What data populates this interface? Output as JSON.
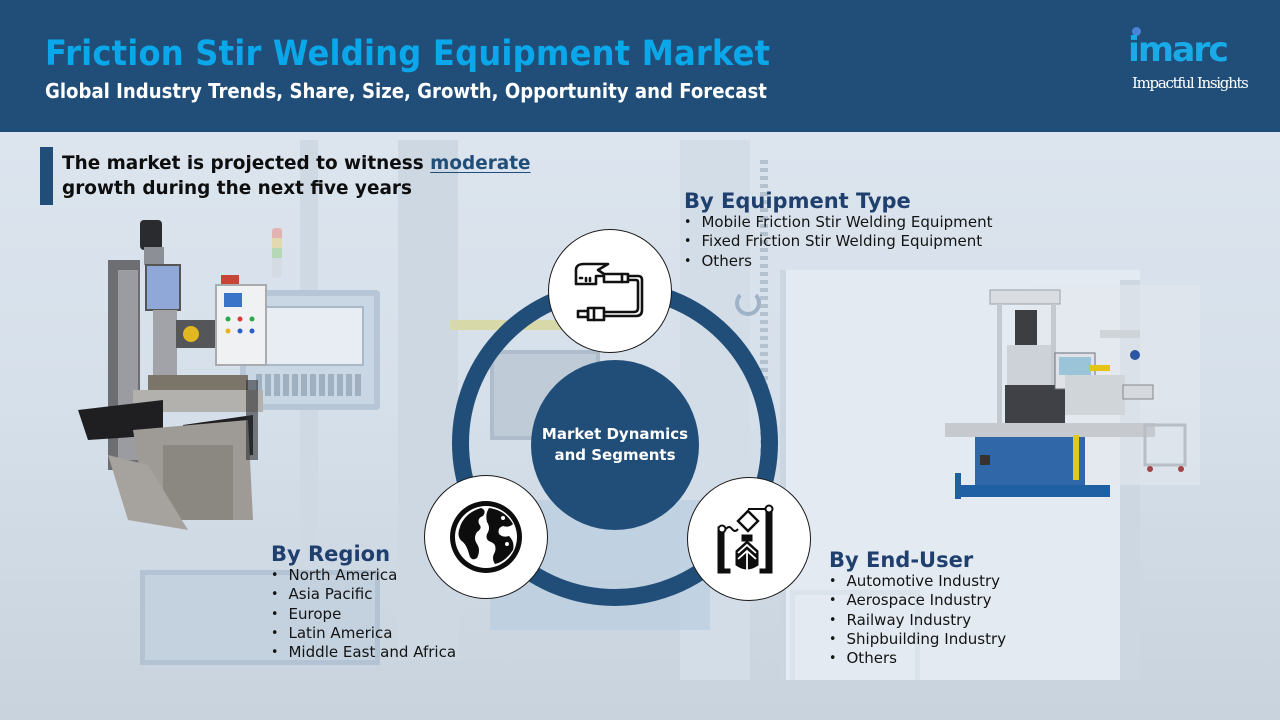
{
  "header": {
    "title": "Friction Stir Welding Equipment Market",
    "subtitle": "Global Industry Trends, Share, Size, Growth, Opportunity and Forecast",
    "logo": {
      "brand": "imarc",
      "tagline": "Impactful Insights"
    }
  },
  "projection": {
    "text_before": "The market is projected to witness ",
    "highlight": "moderate",
    "text_after": " growth during the next five years"
  },
  "diagram": {
    "hub_label_line1": "Market Dynamics",
    "hub_label_line2": "and Segments",
    "nodes": [
      {
        "segment": "equipment_type",
        "icon": "welding-torch-icon"
      },
      {
        "segment": "region",
        "icon": "globe-icon"
      },
      {
        "segment": "end_user",
        "icon": "shipbuilding-crane-icon"
      }
    ]
  },
  "segments": {
    "equipment_type": {
      "title": "By Equipment Type",
      "items": [
        "Mobile Friction Stir Welding Equipment",
        "Fixed Friction Stir Welding Equipment",
        "Others"
      ]
    },
    "region": {
      "title": "By Region",
      "items": [
        "North America",
        "Asia Pacific",
        "Europe",
        "Latin America",
        "Middle East and Africa"
      ]
    },
    "end_user": {
      "title": "By End-User",
      "items": [
        "Automotive Industry",
        "Aerospace Industry",
        "Railway Industry",
        "Shipbuilding Industry",
        "Others"
      ]
    }
  },
  "colors": {
    "header_bg": "#214e79",
    "title_accent": "#0aa8ea",
    "segment_title": "#1f3f6e",
    "ring": "#214e79",
    "logo_accent": "#19aae8"
  }
}
